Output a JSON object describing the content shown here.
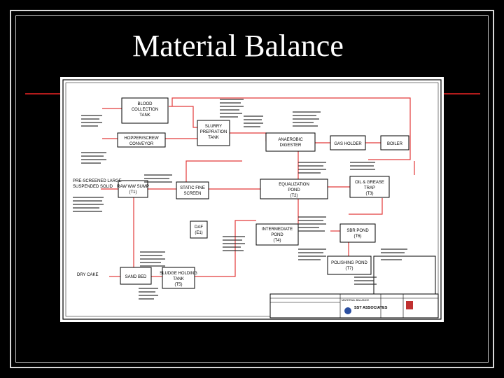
{
  "slide_title": "Material  Balance",
  "units": {
    "blood": "Blood collection tank",
    "blood_l1": "BLOOD",
    "blood_l2": "COLLECTION",
    "blood_l3": "TANK",
    "hopper_l1": "HOPPER/SCREW",
    "hopper_l2": "CONVEYOR",
    "slurry_l1": "SLURRY",
    "slurry_l2": "PREPRATION",
    "slurry_l3": "TANK",
    "anaerobic_l1": "ANAEROBIC",
    "anaerobic_l2": "DIGESTER",
    "gas_holder": "GAS HOLDER",
    "boiler": "BOILER",
    "equal_l1": "EQUALIZATION",
    "equal_l2": "POND",
    "equal_l3": "(T2)",
    "oil_l1": "OIL & GREASE",
    "oil_l2": "TRAP",
    "oil_l3": "(T3)",
    "raw_l1": "RAW WW SUMP",
    "raw_l2": "(T1)",
    "static_l1": "STATIC FINE",
    "static_l2": "SCREEN",
    "daf_l1": "DAF",
    "daf_l2": "(E1)",
    "inter_l1": "INTERMEDIATE",
    "inter_l2": "POND",
    "inter_l3": "(T4)",
    "sbr_l1": "SBR POND",
    "sbr_l2": "(T6)",
    "polish_l1": "POLISHING POND",
    "polish_l2": "(T7)",
    "sand_bed": "SAND BED",
    "sludge_l1": "SLUDGE HOLDING",
    "sludge_l2": "TANK",
    "sludge_l3": "(T5)",
    "prescreen_l1": "PRE-SCREENED LARGE",
    "prescreen_l2": "SUSPENDED SOLID",
    "dry_cake": "DRY CAKE"
  },
  "title_block": {
    "company": "SST ASSOCIATES",
    "drawing": "MATERIAL BALANCE"
  }
}
